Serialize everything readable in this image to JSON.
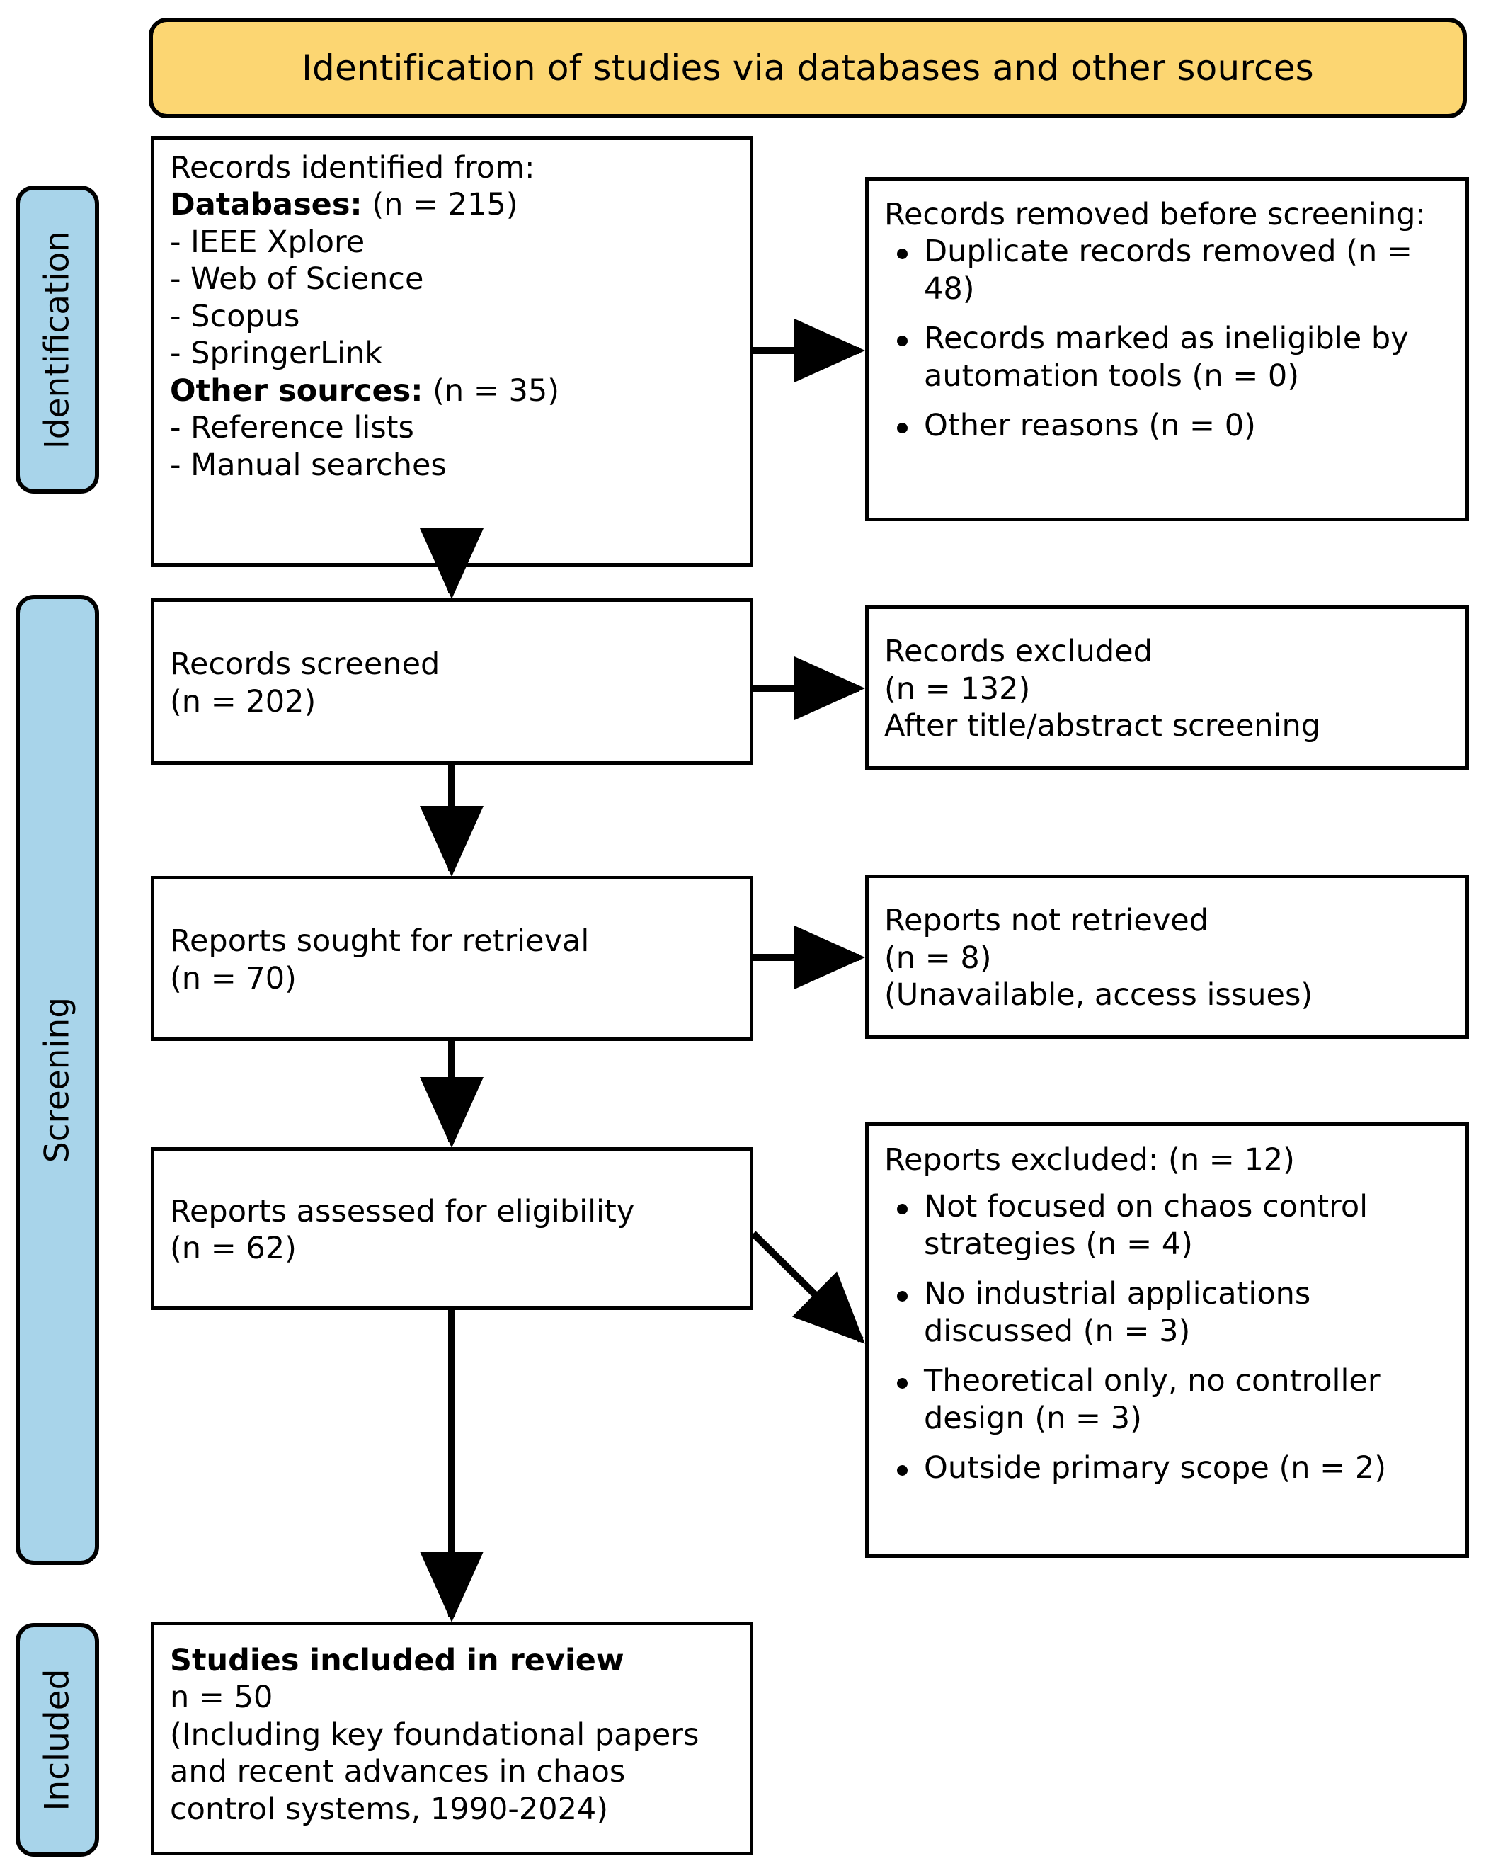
{
  "banner": {
    "title": "Identification of studies via databases and other sources"
  },
  "stages": [
    {
      "id": "identification",
      "label": "Identification"
    },
    {
      "id": "screening",
      "label": "Screening"
    },
    {
      "id": "included",
      "label": "Included"
    }
  ],
  "boxes": {
    "identified": {
      "heading": "Records identified from:",
      "databases_label": "Databases:",
      "databases_count": "(n = 215)",
      "databases_items": [
        "- IEEE Xplore",
        "- Web of Science",
        "- Scopus",
        "- SpringerLink"
      ],
      "other_label": "Other sources:",
      "other_count": "(n = 35)",
      "other_items": [
        "- Reference lists",
        "- Manual searches"
      ]
    },
    "removed": {
      "heading": "Records removed before screening:",
      "items": [
        "Duplicate records removed (n = 48)",
        "Records marked as ineligible by automation tools (n = 0)",
        "Other reasons (n = 0)"
      ]
    },
    "screened": {
      "line1": "Records screened",
      "line2": "(n = 202)"
    },
    "excluded": {
      "line1": "Records excluded",
      "line2": "(n = 132)",
      "line3": "After title/abstract screening"
    },
    "sought": {
      "line1": "Reports sought for retrieval",
      "line2": "(n = 70)"
    },
    "not_retrieved": {
      "line1": "Reports not retrieved",
      "line2": "(n = 8)",
      "line3": "(Unavailable, access issues)"
    },
    "assessed": {
      "line1": "Reports assessed for eligibility",
      "line2": "(n = 62)"
    },
    "reports_excluded": {
      "heading": "Reports excluded: (n = 12)",
      "items": [
        "Not focused on chaos control strategies (n = 4)",
        "No industrial applications discussed (n = 3)",
        "Theoretical only, no controller design (n = 3)",
        "Outside primary scope (n = 2)"
      ]
    },
    "included": {
      "line1": "Studies included in review",
      "line2": "n = 50",
      "line3": "(Including key foundational papers and recent advances in chaos control systems, 1990-2024)"
    }
  },
  "colors": {
    "banner_fill": "#fcd672",
    "stage_fill": "#a8d4ea",
    "stroke": "#000000",
    "box_fill": "#ffffff"
  }
}
